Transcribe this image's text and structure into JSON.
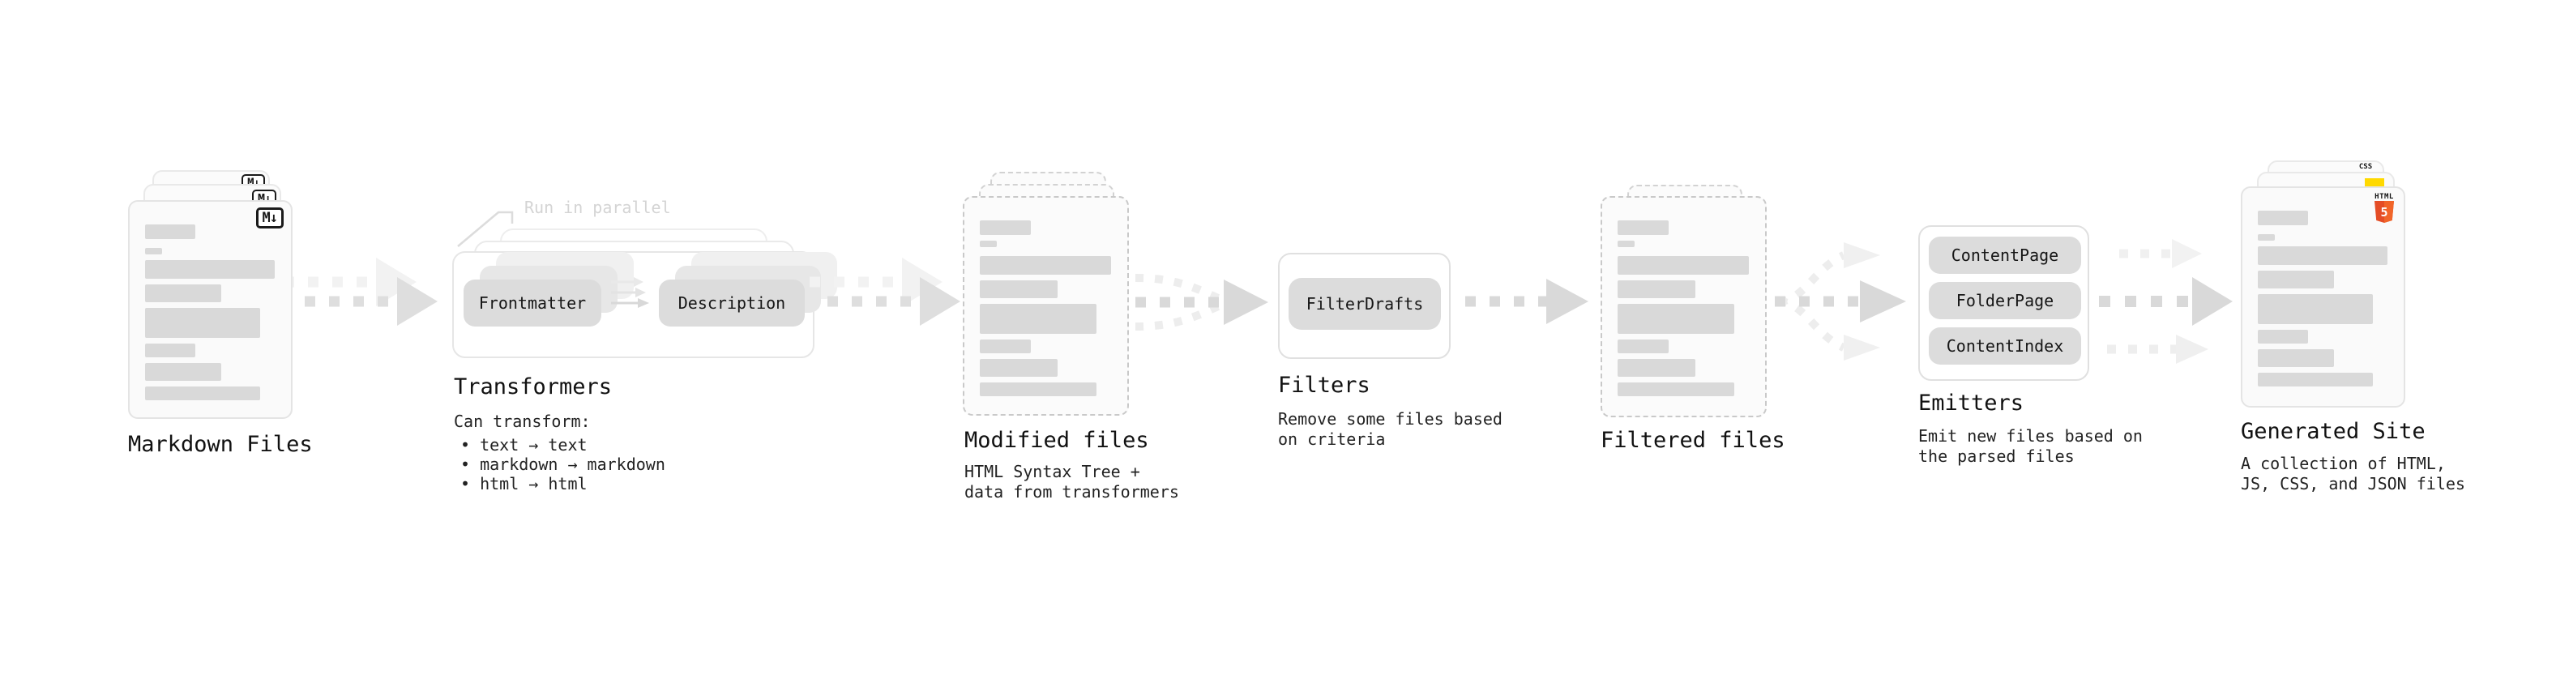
{
  "stages": {
    "markdown": {
      "title": "Markdown Files",
      "badge": "M↓"
    },
    "transformers": {
      "title": "Transformers",
      "note": "Run in parallel",
      "pill_a": "Frontmatter",
      "pill_b": "Description",
      "subtitle": "Can transform:",
      "bullets": [
        "• text → text",
        "• markdown → markdown",
        "• html → html"
      ]
    },
    "modified": {
      "title": "Modified files",
      "subtitle": "HTML Syntax Tree +\ndata from transformers"
    },
    "filters": {
      "title": "Filters",
      "pill": "FilterDrafts",
      "subtitle": "Remove some files based\non criteria"
    },
    "filtered": {
      "title": "Filtered files"
    },
    "emitters": {
      "title": "Emitters",
      "pills": [
        "ContentPage",
        "FolderPage",
        "ContentIndex"
      ],
      "subtitle": "Emit new files based on\nthe parsed files"
    },
    "generated": {
      "title": "Generated Site",
      "subtitle": "A collection of HTML,\nJS, CSS, and JSON files",
      "css_badge": "CSS",
      "html_badge_label": "HTML",
      "html_badge_number": "5"
    }
  },
  "colors": {
    "markdown_badge": "#1a1a1a",
    "css_blue": "#2962f5",
    "js_yellow": "#ffd900",
    "html_orange": "#e44d26",
    "html_orange_light": "#f16529",
    "skeleton_gray": "#d9d9d9",
    "arrow_gray": "#d9d9d9",
    "arrow_ghost": "#f0f0f0"
  }
}
